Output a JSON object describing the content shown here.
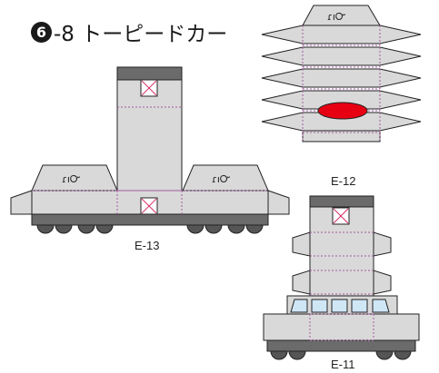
{
  "title": {
    "number": "6",
    "text": "-8 トーピードカー"
  },
  "parts": [
    {
      "id": "E-13",
      "label": "E-13"
    },
    {
      "id": "E-12",
      "label": "E-12"
    },
    {
      "id": "E-11",
      "label": "E-11"
    }
  ],
  "cab_script": "ɾıᏅ",
  "colors": {
    "body": "#d9d9d9",
    "dark": "#6b6b6b",
    "wheel": "#555555",
    "fold": "#a35aa0",
    "window": "#cfe6f5",
    "accent": "#e60012",
    "mark": "#d6336c"
  }
}
